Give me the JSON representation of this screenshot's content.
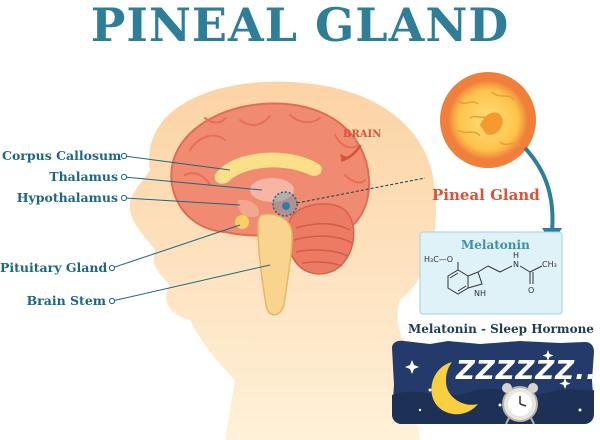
{
  "title": "PINEAL GLAND",
  "labels": {
    "corpus_callosum": "Corpus Callosum",
    "thalamus": "Thalamus",
    "hypothalamus": "Hypothalamus",
    "pituitary_gland": "Pituitary Gland",
    "brain_stem": "Brain Stem",
    "brain": "BRAIN"
  },
  "pineal_label": "Pineal Gland",
  "melatonin": {
    "title": "Melatonin",
    "atoms": {
      "methoxy": "H₃C—O",
      "nh_indole": "NH",
      "n_amide": "N",
      "h_amide": "H",
      "o_carbonyl": "O",
      "ch3": "CH₃"
    }
  },
  "sleep": {
    "title": "Melatonin - Sleep Hormone",
    "zzz": "ZZZZZZ..."
  },
  "colors": {
    "title": "#2e7d99",
    "label": "#1d6684",
    "accent": "#d9533a",
    "skin": "#fbd9a8",
    "night": "#233a6a"
  }
}
